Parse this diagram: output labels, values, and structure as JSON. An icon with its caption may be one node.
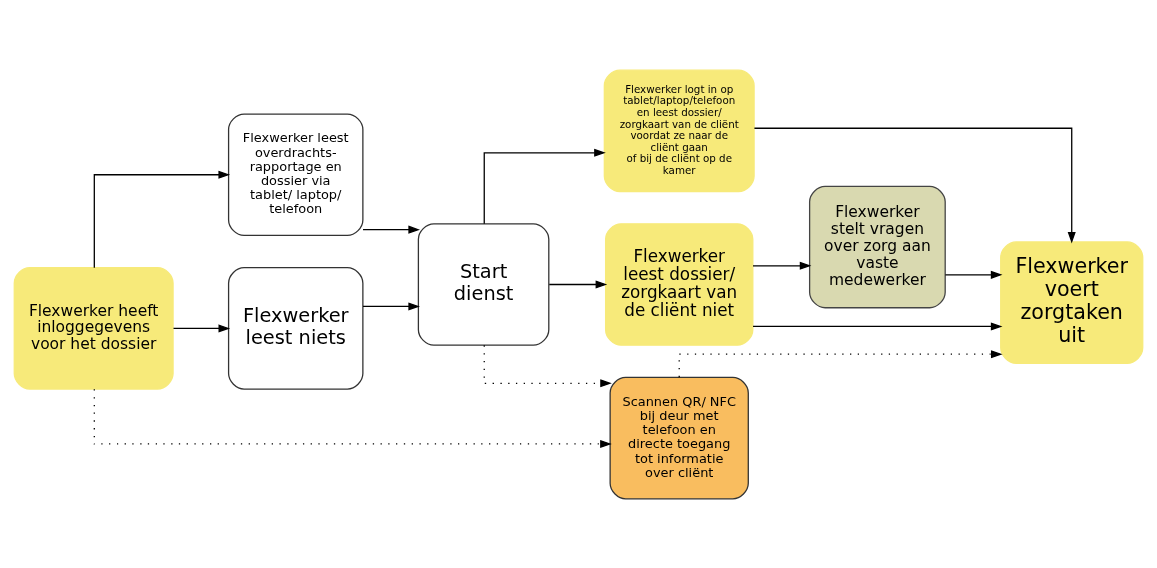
{
  "diagram": {
    "nodes": [
      {
        "text": [
          "Flexwerker heeft inloggegevens voor het dossier"
        ]
      },
      {
        "text": [
          "Flexwerker leest overdrachts- rapportage en dossier via tablet/ laptop/ telefoon"
        ]
      },
      {
        "text": [
          "Flexwerker leest niets"
        ]
      },
      {
        "text": [
          "Start dienst"
        ]
      },
      {
        "text": [
          "Flexwerker logt in op tablet/laptop/telefoon en leest dossier/ zorgkaart van de cliënt",
          "voordat ze naar de cliënt gaan",
          "of bij de cliënt op de kamer"
        ]
      },
      {
        "text": [
          "Flexwerker leest dossier/ zorgkaart van de cliënt niet"
        ]
      },
      {
        "text": [
          "Flexwerker stelt vragen over zorg aan vaste medewerker"
        ]
      },
      {
        "text": [
          "Flexwerker voert zorgtaken uit"
        ]
      },
      {
        "text": [
          "Scannen QR/ NFC bij deur met telefoon en directe toegang tot informatie over cliënt"
        ]
      }
    ],
    "edges": [
      {
        "from": 0,
        "to": 1,
        "arrow": "to"
      },
      {
        "from": 0,
        "to": 2,
        "arrow": "to"
      },
      {
        "from": 1,
        "to": 3,
        "arrow": "to"
      },
      {
        "from": 2,
        "to": 3,
        "arrow": "to"
      },
      {
        "from": 3,
        "to": 4,
        "arrow": "to"
      },
      {
        "from": 3,
        "to": 5,
        "arrow": "to"
      },
      {
        "from": 4,
        "to": 7,
        "arrow": "to"
      },
      {
        "from": 5,
        "to": 6,
        "arrow": "to"
      },
      {
        "from": 6,
        "to": 7,
        "arrow": "to"
      },
      {
        "from": 5,
        "to": 7,
        "arrow": "to"
      },
      {
        "from": 0,
        "to": 8,
        "arrow": "to",
        "style": "dashed"
      },
      {
        "from": 3,
        "to": 8,
        "arrow": "to",
        "style": "dashed"
      },
      {
        "from": 8,
        "to": 7,
        "arrow": "to",
        "style": "dashed"
      }
    ]
  }
}
